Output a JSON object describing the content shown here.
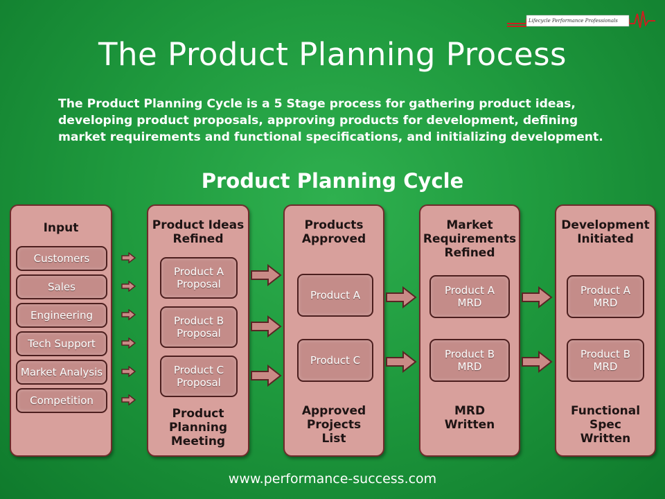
{
  "header": {
    "title": "The Product Planning Process",
    "logo_text": "Lifecycle Performance Professionals"
  },
  "intro": {
    "line1": "The Product Planning Cycle is a 5 Stage process for gathering product ideas,",
    "line2": "developing product proposals, approving products for development, defining",
    "line3": "market requirements and functional specifications, and initializing development."
  },
  "diagram": {
    "title": "Product Planning Cycle",
    "stages": [
      {
        "title": [
          "Input"
        ],
        "items": [
          "Customers",
          "Sales",
          "Engineering",
          "Tech Support",
          "Market Analysis",
          "Competition"
        ],
        "footer": []
      },
      {
        "title": [
          "Product Ideas",
          "Refined"
        ],
        "items": [
          [
            "Product A",
            "Proposal"
          ],
          [
            "Product B",
            "Proposal"
          ],
          [
            "Product C",
            "Proposal"
          ]
        ],
        "footer": [
          "Product",
          "Planning",
          "Meeting"
        ]
      },
      {
        "title": [
          "Products",
          "Approved"
        ],
        "items": [
          [
            "Product A"
          ],
          [
            "Product C"
          ]
        ],
        "footer": [
          "Approved",
          "Projects",
          "List"
        ]
      },
      {
        "title": [
          "Market",
          "Requirements",
          "Refined"
        ],
        "items": [
          [
            "Product A",
            "MRD"
          ],
          [
            "Product B",
            "MRD"
          ]
        ],
        "footer": [
          "MRD",
          "Written"
        ]
      },
      {
        "title": [
          "Development",
          "Initiated"
        ],
        "items": [
          [
            "Product A",
            "MRD"
          ],
          [
            "Product B",
            "MRD"
          ]
        ],
        "footer": [
          "Functional",
          "Spec",
          "Written"
        ]
      }
    ]
  },
  "footer": {
    "url": "www.performance-success.com"
  },
  "colors": {
    "background": "#1f9a3e",
    "stage_fill": "#d8a09c",
    "stage_border": "#6e2b2b",
    "pill_fill": "#c48c89",
    "arrow_fill": "#c98a86"
  }
}
